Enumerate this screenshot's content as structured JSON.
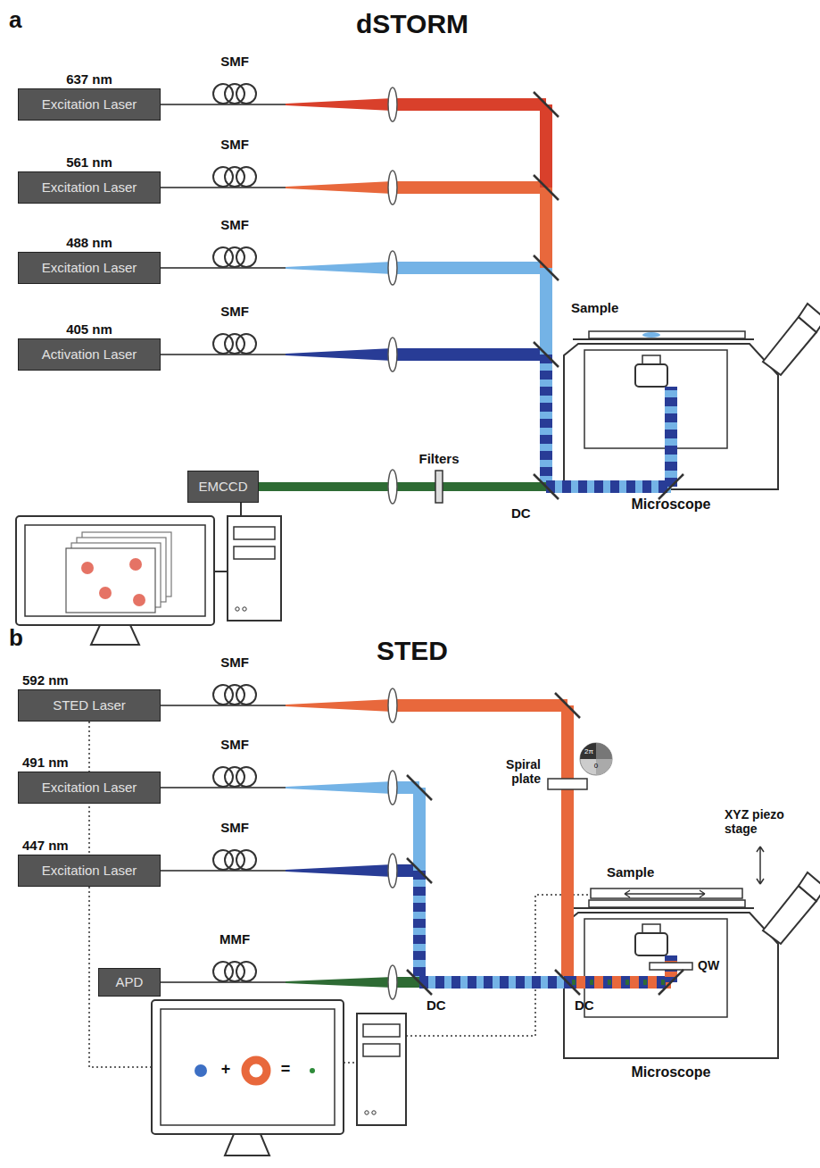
{
  "diagram": {
    "nodes": [
      {
        "text": [
          "637 nm",
          "Excitation Laser"
        ]
      },
      {
        "text": [
          "561 nm",
          "Excitation Laser"
        ]
      },
      {
        "text": [
          "488 nm",
          "Excitation Laser"
        ]
      },
      {
        "text": [
          "405 nm",
          "Activation Laser"
        ]
      },
      {
        "text": [
          "EMCCD"
        ]
      },
      {
        "text": [
          "592 nm",
          "STED Laser"
        ]
      },
      {
        "text": [
          "491 nm",
          "Excitation Laser"
        ]
      },
      {
        "text": [
          "447 nm",
          "Excitation Laser"
        ]
      },
      {
        "text": [
          "APD"
        ]
      }
    ],
    "labels": [
      "a",
      "dSTORM",
      "SMF",
      "SMF",
      "SMF",
      "SMF",
      "Sample",
      "Filters",
      "DC",
      "Microscope",
      "b",
      "STED",
      "SMF",
      "SMF",
      "SMF",
      "MMF",
      "Spiral plate",
      "2π",
      "0",
      "XYZ piezo stage",
      "Sample",
      "DC",
      "DC",
      "QW",
      "Microscope",
      "+",
      "="
    ]
  }
}
